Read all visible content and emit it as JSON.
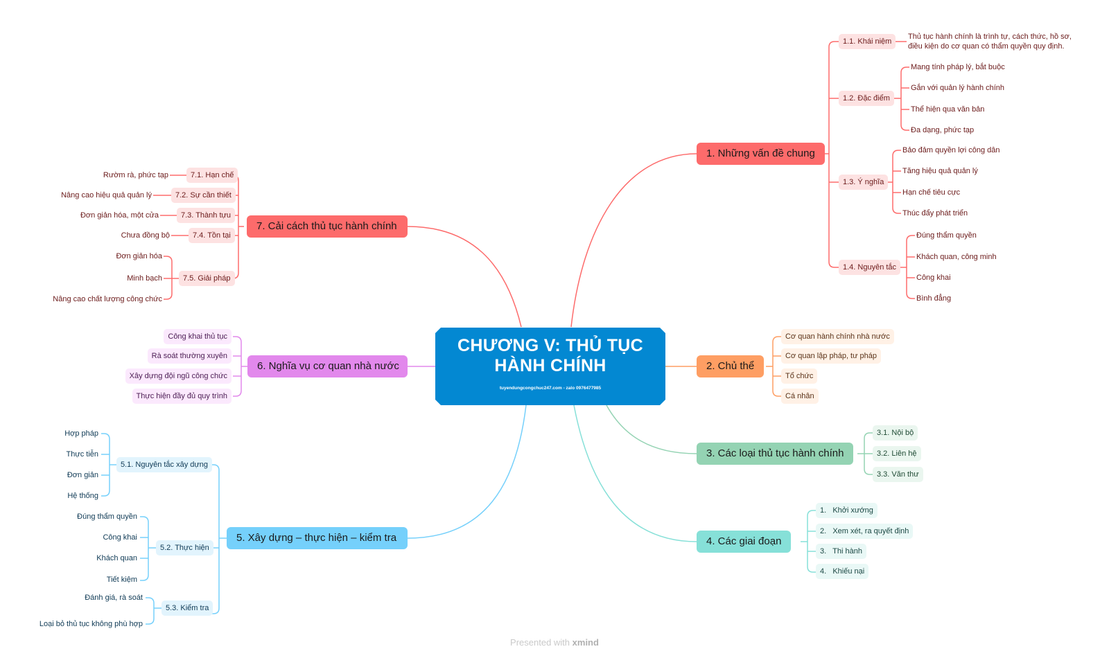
{
  "central": {
    "title_line1": "CHƯƠNG V: THỦ TỤC",
    "title_line2": "HÀNH CHÍNH",
    "subtitle": "tuyendungcongchuc247.com - zalo 0976477985",
    "color": "#0388d2"
  },
  "branches": {
    "b1": {
      "label": "1. Những vấn đề chung",
      "color": "#fd6b6b",
      "children": [
        {
          "label": "1.1. Khái niệm",
          "children": [
            "Thủ tục hành chính là trình tự, cách thức, hồ sơ,",
            "điều kiện do cơ quan có thẩm quyền quy định."
          ]
        },
        {
          "label": "1.2. Đặc điểm",
          "children": [
            "Mang tính pháp lý, bắt buộc",
            "Gắn với quản lý hành chính",
            "Thể hiện qua văn bản",
            "Đa dạng, phức tạp"
          ]
        },
        {
          "label": "1.3. Ý nghĩa",
          "children": [
            "Bảo đảm quyền lợi công dân",
            "Tăng hiệu quả quản lý",
            "Hạn chế tiêu cực",
            "Thúc đẩy phát triển"
          ]
        },
        {
          "label": "1.4. Nguyên tắc",
          "children": [
            "Đúng thẩm quyền",
            "Khách quan, công minh",
            "Công khai",
            "Bình đẳng"
          ]
        }
      ]
    },
    "b2": {
      "label": "2. Chủ thể",
      "color": "#fe9e63",
      "children": [
        "Cơ quan hành chính nhà nước",
        "Cơ quan lập pháp, tư pháp",
        "Tổ chức",
        "Cá nhân"
      ]
    },
    "b3": {
      "label": "3. Các loại thủ tục hành chính",
      "color": "#94d3b3",
      "children": [
        "3.1. Nội bộ",
        "3.2. Liên hệ",
        "3.3. Văn thư"
      ]
    },
    "b4": {
      "label": "4. Các giai đoạn",
      "color": "#86e0d8",
      "children": [
        "1.   Khởi xướng",
        "2.   Xem xét, ra quyết định",
        "3.   Thi hành",
        "4.   Khiếu nại"
      ]
    },
    "b5": {
      "label": "5. Xây dựng – thực hiện – kiểm tra",
      "color": "#75d0fb",
      "children": [
        {
          "label": "5.1. Nguyên tắc xây dựng",
          "children": [
            "Hợp pháp",
            "Thực tiễn",
            "Đơn giản",
            "Hệ thống"
          ]
        },
        {
          "label": "5.2. Thực hiện",
          "children": [
            "Đúng thẩm quyền",
            "Công khai",
            "Khách quan",
            "Tiết kiệm"
          ]
        },
        {
          "label": "5.3. Kiểm tra",
          "children": [
            "Đánh giá, rà soát",
            "Loại bỏ thủ tục không phù hợp"
          ]
        }
      ]
    },
    "b6": {
      "label": "6. Nghĩa vụ cơ quan nhà nước",
      "color": "#e288ec",
      "children": [
        "Công khai thủ tục",
        "Rà soát thường xuyên",
        "Xây dựng đội ngũ công chức",
        "Thực hiện đầy đủ quy trình"
      ]
    },
    "b7": {
      "label": "7. Cải cách thủ tục hành chính",
      "color": "#fd6b6b",
      "children": [
        {
          "label": "7.1. Hạn chế",
          "children": [
            "Rườm rà, phức tạp"
          ]
        },
        {
          "label": "7.2. Sự cần thiết",
          "children": [
            "Nâng cao hiệu quả quản lý"
          ]
        },
        {
          "label": "7.3. Thành tựu",
          "children": [
            "Đơn giản hóa, một cửa"
          ]
        },
        {
          "label": "7.4. Tồn tại",
          "children": [
            "Chưa đồng bộ"
          ]
        },
        {
          "label": "7.5. Giải pháp",
          "children": [
            "Đơn giản hóa",
            "Minh bạch",
            "Nâng cao chất lượng công chức"
          ]
        }
      ]
    }
  },
  "footer": {
    "prefix": "Presented with",
    "brand": "xmind"
  }
}
